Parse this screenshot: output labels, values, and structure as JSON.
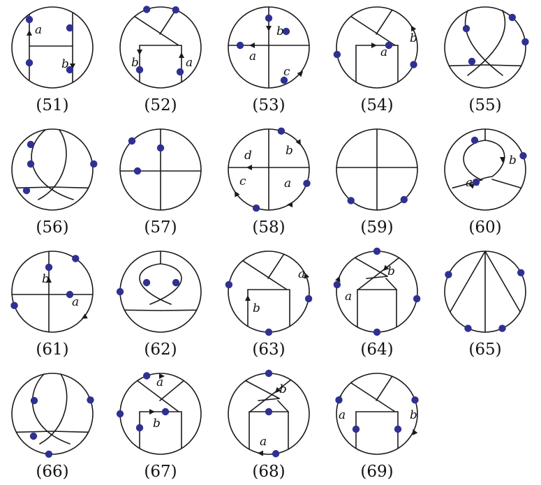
{
  "diagrams": [
    {
      "caption": "(51)",
      "labels": [
        {
          "t": "a"
        },
        {
          "t": "b"
        }
      ]
    },
    {
      "caption": "(52)",
      "labels": [
        {
          "t": "b"
        },
        {
          "t": "a"
        }
      ]
    },
    {
      "caption": "(53)",
      "labels": [
        {
          "t": "b"
        },
        {
          "t": "a"
        },
        {
          "t": "c"
        }
      ]
    },
    {
      "caption": "(54)",
      "labels": [
        {
          "t": "a"
        },
        {
          "t": "b"
        }
      ]
    },
    {
      "caption": "(55)",
      "labels": []
    },
    {
      "caption": "(56)",
      "labels": []
    },
    {
      "caption": "(57)",
      "labels": []
    },
    {
      "caption": "(58)",
      "labels": [
        {
          "t": "d"
        },
        {
          "t": "b"
        },
        {
          "t": "c"
        },
        {
          "t": "a"
        }
      ]
    },
    {
      "caption": "(59)",
      "labels": []
    },
    {
      "caption": "(60)",
      "labels": [
        {
          "t": "b"
        },
        {
          "t": "a"
        }
      ]
    },
    {
      "caption": "(61)",
      "labels": [
        {
          "t": "b"
        },
        {
          "t": "a"
        }
      ]
    },
    {
      "caption": "(62)",
      "labels": []
    },
    {
      "caption": "(63)",
      "labels": [
        {
          "t": "a"
        },
        {
          "t": "b"
        }
      ]
    },
    {
      "caption": "(64)",
      "labels": [
        {
          "t": "b"
        },
        {
          "t": "a"
        }
      ]
    },
    {
      "caption": "(65)",
      "labels": []
    },
    {
      "caption": "(66)",
      "labels": []
    },
    {
      "caption": "(67)",
      "labels": [
        {
          "t": "a"
        },
        {
          "t": "b"
        }
      ]
    },
    {
      "caption": "(68)",
      "labels": [
        {
          "t": "b"
        },
        {
          "t": "a"
        }
      ]
    },
    {
      "caption": "(69)",
      "labels": [
        {
          "t": "a"
        },
        {
          "t": "b"
        }
      ]
    }
  ]
}
